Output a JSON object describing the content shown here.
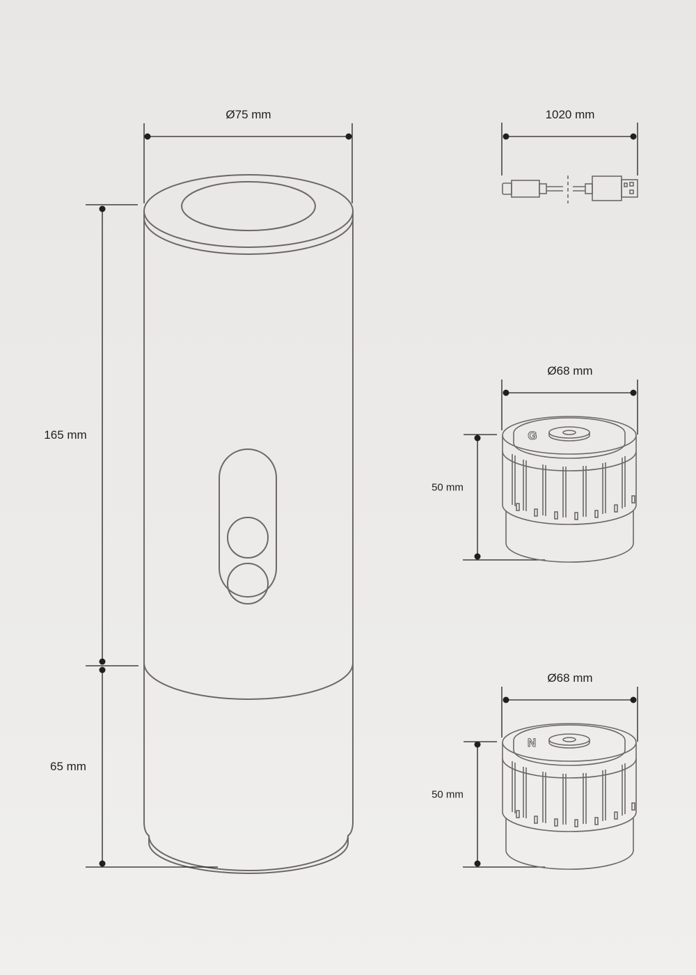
{
  "colors": {
    "background": "#ebe9e7",
    "outline": "#6b6866",
    "dimension": "#1f1f1f"
  },
  "main_unit": {
    "name": "portable espresso maker body",
    "diameter_label": "Ø75 mm",
    "upper_height_label": "165 mm",
    "lower_height_label": "65 mm"
  },
  "cable": {
    "name": "USB-C to USB-A cable",
    "length_label": "1020 mm",
    "connector_left": "usb-c",
    "connector_right": "usb-a"
  },
  "adapter_g": {
    "name": "capsule adapter G",
    "letter": "G",
    "diameter_label": "Ø68 mm",
    "height_label": "50 mm"
  },
  "adapter_n": {
    "name": "capsule adapter N",
    "letter": "N",
    "diameter_label": "Ø68 mm",
    "height_label": "50 mm"
  }
}
